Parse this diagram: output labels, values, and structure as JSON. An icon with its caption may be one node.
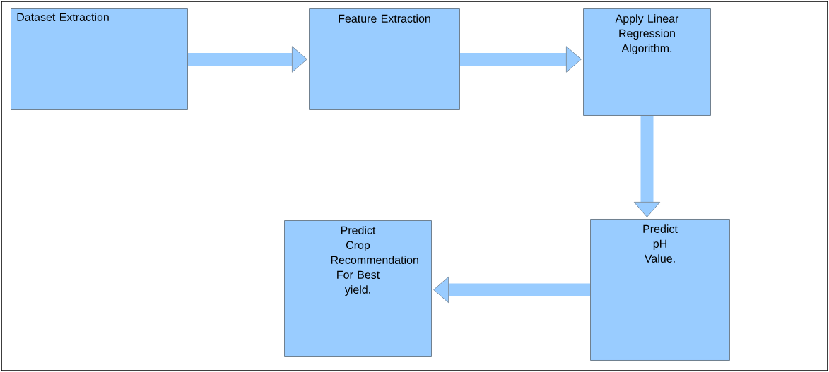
{
  "diagram": {
    "nodes": [
      {
        "text": [
          "Dataset Extraction"
        ]
      },
      {
        "text": [
          "Feature Extraction"
        ]
      },
      {
        "text": [
          "Apply Linear Regression Algorithm."
        ]
      },
      {
        "text": [
          "Predict pH Value."
        ]
      },
      {
        "text": [
          "Predict Crop Recommendation For Best yield."
        ]
      }
    ],
    "edges": [
      {
        "from": 0,
        "to": 1,
        "arrow": "to"
      },
      {
        "from": 1,
        "to": 2,
        "arrow": "to"
      },
      {
        "from": 2,
        "to": 3,
        "arrow": "to"
      },
      {
        "from": 3,
        "to": 4,
        "arrow": "to"
      }
    ]
  }
}
